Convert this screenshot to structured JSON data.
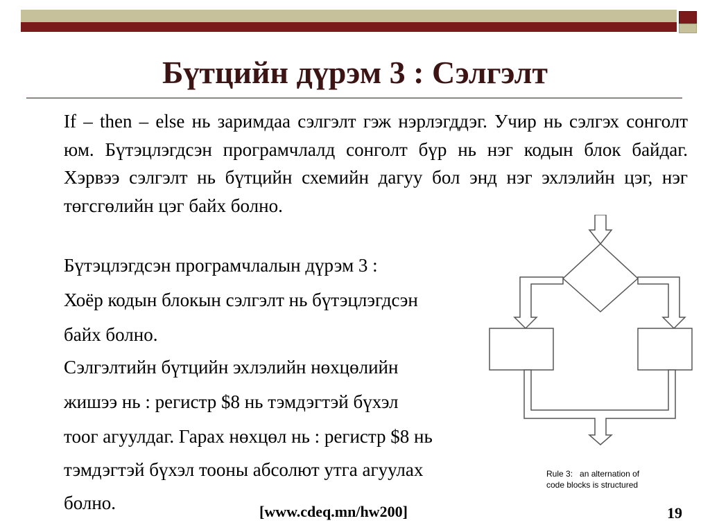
{
  "slide": {
    "title": "Бүтцийн дүрэм 3 : Сэлгэлт",
    "paragraph": "If – then – else нь заримдаа сэлгэлт гэж нэрлэгддэг. Учир нь сэлгэх сонголт юм. Бүтэцлэгдсэн програмчлалд сонголт бүр нь нэг кодын блок байдаг. Хэрвээ сэлгэлт нь бүтцийн схемийн дагуу бол энд нэг эхлэлийн цэг, нэг төгсгөлийн цэг байх болно.",
    "lines": [
      "Бүтэцлэгдсэн програмчлалын дүрэм 3 :",
      "Хоёр кодын блокын сэлгэлт нь бүтэцлэгдсэн",
      "байх болно.",
      "Сэлгэлтийн бүтцийн эхлэлийн нөхцөлийн",
      "жишээ нь : регистр $8 нь тэмдэгтэй бүхэл",
      "тоог агуулдаг. Гарах нөхцөл нь : регистр $8 нь",
      "тэмдэгтэй бүхэл тооны абсолют утга агуулах",
      "болно."
    ],
    "caption_line1": "Rule 3:   an alternation of",
    "caption_line2": "code blocks is structured",
    "footer_link": "[www.cdeq.mn/hw200]",
    "page_number": "19"
  },
  "colors": {
    "title": "#3d1414",
    "band_olive": "#c6c19a",
    "band_red": "#7a1a1a"
  }
}
